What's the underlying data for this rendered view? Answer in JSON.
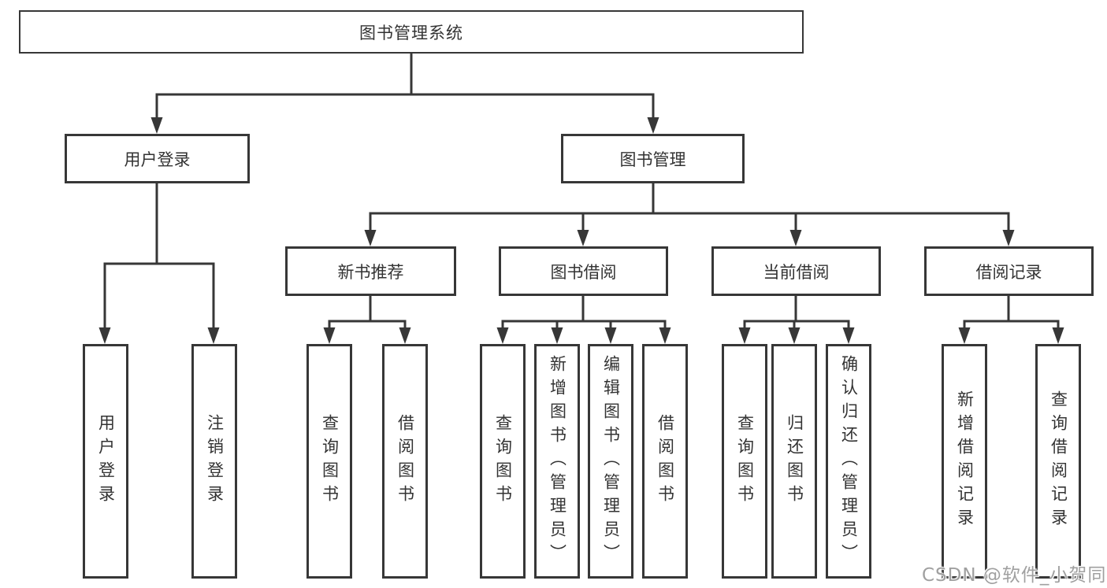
{
  "tree": {
    "label": "图书管理系统",
    "children": [
      {
        "label": "用户登录",
        "children": [
          {
            "label": "用户登录"
          },
          {
            "label": "注销登录"
          }
        ]
      },
      {
        "label": "图书管理",
        "children": [
          {
            "label": "新书推荐",
            "children": [
              {
                "label": "查询图书"
              },
              {
                "label": "借阅图书"
              }
            ]
          },
          {
            "label": "图书借阅",
            "children": [
              {
                "label": "查询图书"
              },
              {
                "label": "新增图书（管理员）"
              },
              {
                "label": "编辑图书（管理员）"
              },
              {
                "label": "借阅图书"
              }
            ]
          },
          {
            "label": "当前借阅",
            "children": [
              {
                "label": "查询图书"
              },
              {
                "label": "归还图书"
              },
              {
                "label": "确认归还（管理员）"
              }
            ]
          },
          {
            "label": "借阅记录",
            "children": [
              {
                "label": "新增借阅记录"
              },
              {
                "label": "查询借阅记录"
              }
            ]
          }
        ]
      }
    ]
  },
  "watermark": {
    "text": "CSDN @软件_小贺同学"
  },
  "colors": {
    "line": "#373737",
    "text": "#333333",
    "background": "#ffffff",
    "watermark": "#a0a0a0"
  }
}
